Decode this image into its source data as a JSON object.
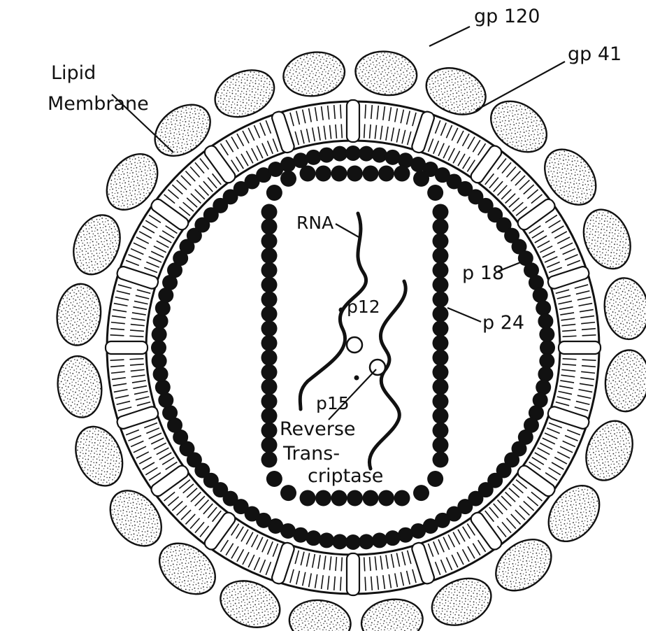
{
  "labels": {
    "gp120": "gp 120",
    "gp41": "gp 41",
    "lipid_membrane_line1": "Lipid",
    "lipid_membrane_line2": "Membrane",
    "rna": "RNA",
    "p18": "p 18",
    "p24": "p 24",
    "p12": "p12",
    "p15": "p15",
    "reverse_transcriptase_line1": "Reverse",
    "reverse_transcriptase_line2": "Trans-",
    "reverse_transcriptase_line3": "criptase"
  },
  "colors": {
    "ink": "#111111",
    "background": "#ffffff"
  }
}
